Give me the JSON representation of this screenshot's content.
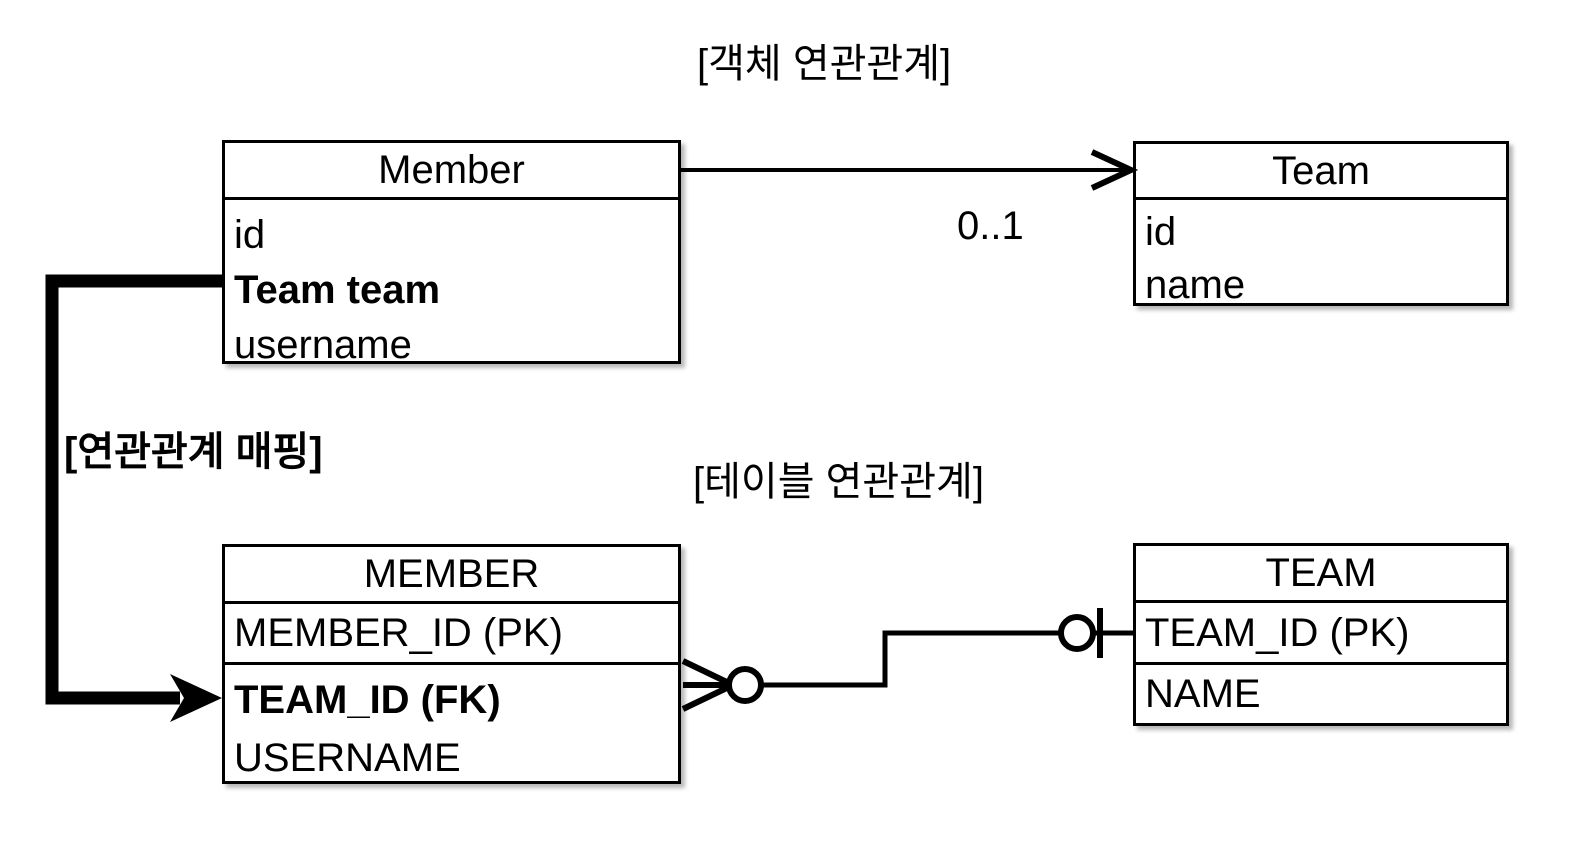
{
  "diagram": {
    "title_object_relation": "[객체 연관관계]",
    "title_table_relation": "[테이블 연관관계]",
    "title_mapping": "[연관관계 매핑]",
    "multiplicity_label": "0..1"
  },
  "object_model": {
    "member": {
      "name": "Member",
      "fields": [
        {
          "label": "id",
          "bold": false
        },
        {
          "label": "Team team",
          "bold": true
        },
        {
          "label": "username",
          "bold": false
        }
      ]
    },
    "team": {
      "name": "Team",
      "fields": [
        {
          "label": "id",
          "bold": false
        },
        {
          "label": "name",
          "bold": false
        }
      ]
    }
  },
  "table_model": {
    "member_table": {
      "name": "MEMBER",
      "pk_section": [
        {
          "label": "MEMBER_ID (PK)",
          "bold": false
        }
      ],
      "col_section": [
        {
          "label": "TEAM_ID (FK)",
          "bold": true
        },
        {
          "label": "USERNAME",
          "bold": false
        }
      ]
    },
    "team_table": {
      "name": "TEAM",
      "pk_section": [
        {
          "label": "TEAM_ID (PK)",
          "bold": false
        }
      ],
      "col_section": [
        {
          "label": "NAME",
          "bold": false
        }
      ]
    }
  },
  "connectors": {
    "object_association": {
      "kind": "directed-arrow",
      "from": "Member",
      "to": "Team",
      "label": "0..1"
    },
    "table_fk": {
      "kind": "crows-foot",
      "from": "MEMBER",
      "to": "TEAM",
      "from_cardinality": "zero-or-many",
      "to_cardinality": "zero-or-one"
    },
    "mapping_arrow": {
      "kind": "thick-arrow",
      "from": "Team team",
      "to": "TEAM_ID (FK)"
    }
  },
  "colors": {
    "stroke": "#000000",
    "background": "#ffffff"
  }
}
